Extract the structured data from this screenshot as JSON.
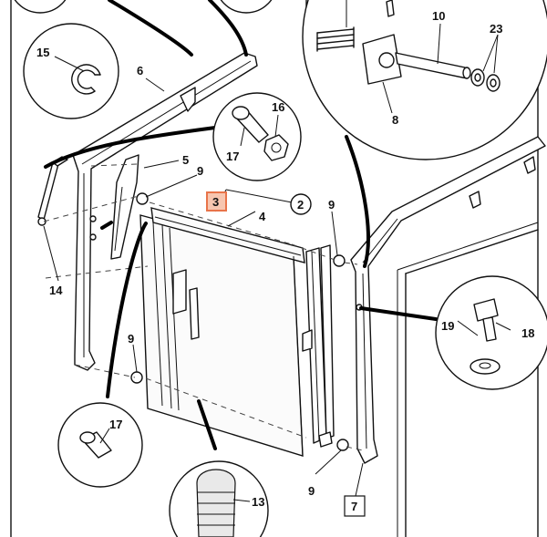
{
  "diagram": {
    "callouts": {
      "c10": "10",
      "c23": "23",
      "c8": "8",
      "c15": "15",
      "c6": "6",
      "c16": "16",
      "c17a": "17",
      "c5": "5",
      "c9a": "9",
      "c3": "3",
      "c2": "2",
      "c4": "4",
      "c9b": "9",
      "c14": "14",
      "c9c": "9",
      "c19": "19",
      "c18": "18",
      "c17b": "17",
      "c13": "13",
      "c9d": "9",
      "c7": "7"
    },
    "highlight_color": "#e8744a"
  }
}
